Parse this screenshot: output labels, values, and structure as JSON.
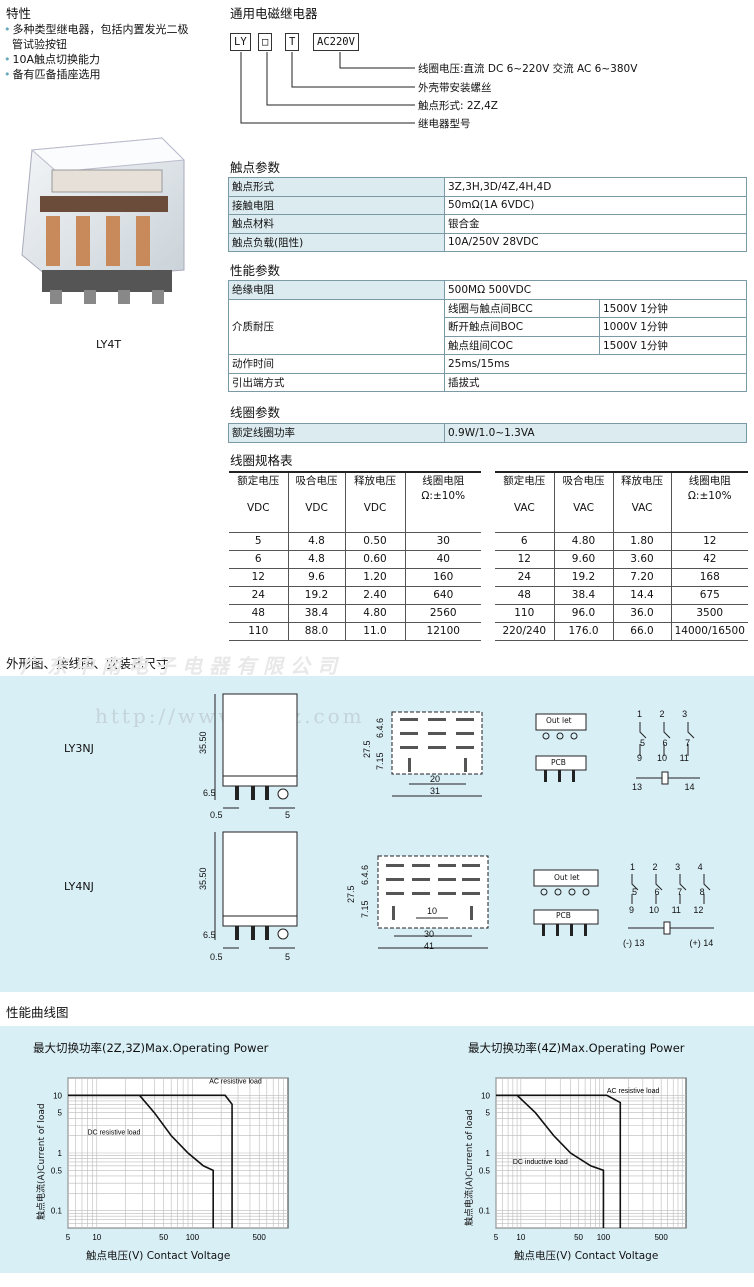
{
  "features": {
    "title": "特性",
    "items": [
      "多种类型继电器，包括内置发光二极",
      "管试验按钮",
      "10A触点切换能力",
      "备有匹备插座选用"
    ],
    "photo_caption": "LY4T"
  },
  "ordering": {
    "title": "通用电磁继电器",
    "boxes": [
      "LY",
      "□",
      "T",
      "AC220V"
    ],
    "notes": [
      "线圈电压:直流 DC 6~220V  交流 AC 6~380V",
      "外壳带安装螺丝",
      "触点形式: 2Z,4Z",
      "继电器型号"
    ]
  },
  "contact": {
    "title": "触点参数",
    "rows": [
      [
        "触点形式",
        "3Z,3H,3D/4Z,4H,4D"
      ],
      [
        "接触电阻",
        "50mΩ(1A 6VDC)"
      ],
      [
        "触点材料",
        "银合金"
      ],
      [
        "触点负载(阻性)",
        "10A/250V  28VDC"
      ]
    ]
  },
  "perf": {
    "title": "性能参数",
    "insulation": [
      "绝缘电阻",
      "500MΩ 500VDC"
    ],
    "dielectric_label": "介质耐压",
    "dielectric": [
      [
        "线圈与触点间BCC",
        "1500V  1分钟"
      ],
      [
        "断开触点间BOC",
        "1000V  1分钟"
      ],
      [
        "触点组间COC",
        "1500V  1分钟"
      ]
    ],
    "rows": [
      [
        "动作时间",
        "25ms/15ms"
      ],
      [
        "引出端方式",
        "插拔式"
      ]
    ]
  },
  "coil": {
    "title": "线圈参数",
    "row": [
      "额定线圈功率",
      "0.9W/1.0~1.3VA"
    ]
  },
  "spec": {
    "title": "线圈规格表",
    "dc_head": [
      "额定电压",
      "吸合电压",
      "释放电压",
      "线圈电阻"
    ],
    "dc_units": [
      "VDC",
      "VDC",
      "VDC",
      "Ω:±10%"
    ],
    "dc_rows": [
      [
        "5",
        "4.8",
        "0.50",
        "30"
      ],
      [
        "6",
        "4.8",
        "0.60",
        "40"
      ],
      [
        "12",
        "9.6",
        "1.20",
        "160"
      ],
      [
        "24",
        "19.2",
        "2.40",
        "640"
      ],
      [
        "48",
        "38.4",
        "4.80",
        "2560"
      ],
      [
        "110",
        "88.0",
        "11.0",
        "12100"
      ]
    ],
    "ac_head": [
      "额定电压",
      "吸合电压",
      "释放电压",
      "线圈电阻"
    ],
    "ac_units": [
      "VAC",
      "VAC",
      "VAC",
      "Ω:±10%"
    ],
    "ac_rows": [
      [
        "6",
        "4.80",
        "1.80",
        "12"
      ],
      [
        "12",
        "9.60",
        "3.60",
        "42"
      ],
      [
        "24",
        "19.2",
        "7.20",
        "168"
      ],
      [
        "48",
        "38.4",
        "14.4",
        "675"
      ],
      [
        "110",
        "96.0",
        "36.0",
        "3500"
      ],
      [
        "220/240",
        "176.0",
        "66.0",
        "14000/16500"
      ]
    ]
  },
  "outline": {
    "title": "外形图、接线图、安装孔尺寸",
    "watermark1": "广东中南电子电器有限公司",
    "watermark2": "http://www.zndz.com",
    "ly3": {
      "label": "LY3NJ",
      "h": "35.50",
      "pin": "6.5",
      "p1": "0.5",
      "p2": "5",
      "a": "27.5",
      "b": "7.15",
      "c": "6.4.6",
      "w1": "20",
      "w2": "31"
    },
    "ly4": {
      "label": "LY4NJ",
      "h": "35.50",
      "pin": "6.5",
      "p1": "0.5",
      "p2": "5",
      "a": "27.5",
      "b": "7.15",
      "c": "6.4.6",
      "w0": "10",
      "w1": "30",
      "w2": "41"
    },
    "outlet": "Out let",
    "pcb": "PCB",
    "w3": {
      "top": [
        "1",
        "2",
        "3"
      ],
      "mid": [
        "5",
        "6",
        "7"
      ],
      "bot": [
        "9",
        "10",
        "11"
      ],
      "coil": [
        "13",
        "14"
      ]
    },
    "w4": {
      "top": [
        "1",
        "2",
        "3",
        "4"
      ],
      "mid": [
        "5",
        "6",
        "7",
        "8"
      ],
      "bot": [
        "9",
        "10",
        "11",
        "12"
      ],
      "coil": [
        "13",
        "14"
      ]
    }
  },
  "curves": {
    "title": "性能曲线图",
    "left": {
      "title": "最大切换功率(2Z,3Z)Max.Operating Power",
      "ylabel": "触点电流(A)Current of load",
      "xlabel": "触点电压(V) Contact Voltage",
      "ac": "AC resistive load",
      "dc": "DC resistive load",
      "yticks": [
        "10",
        "5",
        "1",
        "0.5",
        "0.1"
      ],
      "xticks": [
        "5",
        "10",
        "50",
        "100",
        "500"
      ]
    },
    "right": {
      "title": "最大切换功率(4Z)Max.Operating Power",
      "ylabel": "触点电流(A)Current of load",
      "xlabel": "触点电压(V) Contact Voltage",
      "ac": "AC resistive load",
      "dc": "DC inductive load",
      "yticks": [
        "10",
        "5",
        "1",
        "0.5",
        "0.1"
      ],
      "xticks": [
        "5",
        "10",
        "50",
        "100",
        "500"
      ]
    }
  }
}
